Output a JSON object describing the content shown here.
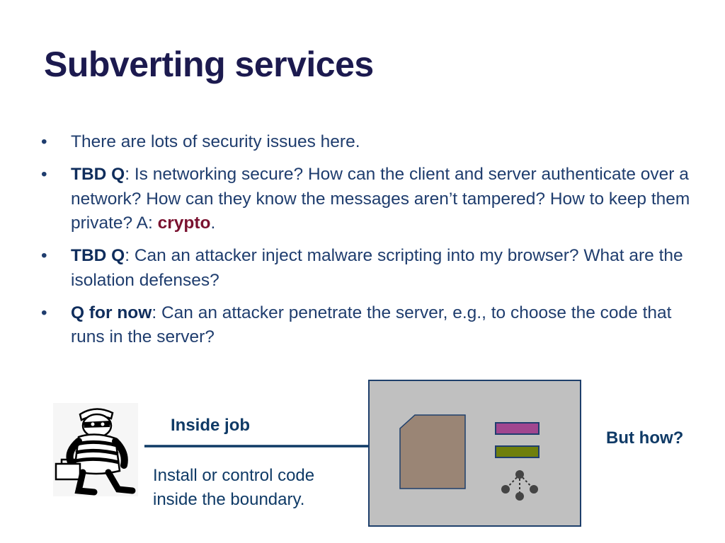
{
  "slide": {
    "title": "Subverting services",
    "bullets": [
      {
        "text": "There are lots of security issues here."
      },
      {
        "lead": "TBD Q",
        "text": ": Is networking secure?  How can the client and server authenticate over a network?  How can they know the messages aren’t tampered?  How to keep them private?  A: ",
        "highlight": "crypto",
        "tail": "."
      },
      {
        "lead": "TBD Q",
        "text": ": Can an attacker inject malware scripting into my browser?  What are the isolation defenses?"
      },
      {
        "lead": "Q for now",
        "text": ": Can an attacker penetrate the server, e.g., to choose the code that runs in the server?"
      }
    ],
    "bullet_char": "•"
  },
  "diagram": {
    "inside_label": "Inside job",
    "install_label": "Install or control code inside the boundary.",
    "question_label": "But how?",
    "colors": {
      "box_fill": "#c0c0c0",
      "box_border": "#1e3f6b",
      "chip": "#9a8575",
      "purple_bar": "#a0468f",
      "green_bar": "#6f7f0c",
      "arrow": "#0f3a66"
    },
    "icons": [
      "robber-icon",
      "chip-icon",
      "network-nodes-icon"
    ]
  }
}
